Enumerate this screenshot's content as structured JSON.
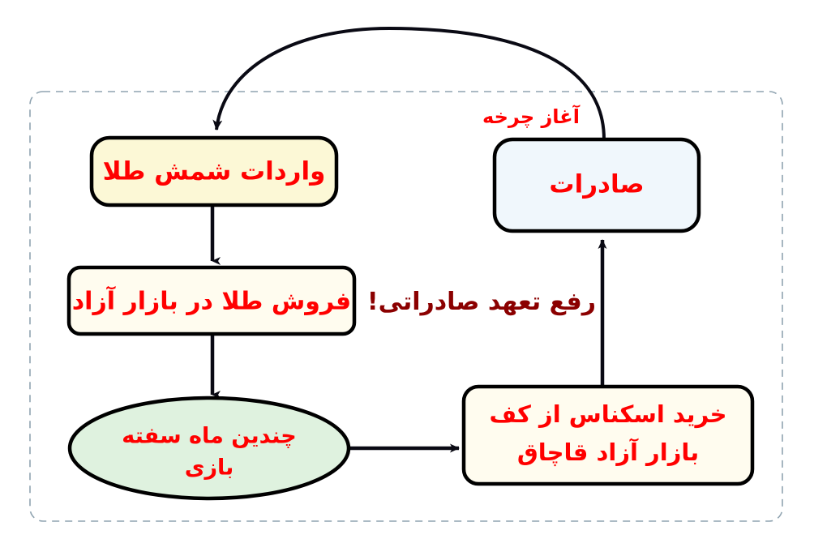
{
  "diagram": {
    "title_text": "",
    "colors": {
      "label_red": "#FF0000",
      "annotation_dark_red": "#8B0000",
      "box_gold_fill": "#FCF8D6",
      "box_export_fill": "#F0F7FC",
      "box_cream_fill": "#FFFCEF",
      "ellipse_green_fill": "#DFF2DF",
      "outline_black": "#000000",
      "frame_dashed": "#8FA3B0"
    },
    "frame": {
      "name": "dashed-cycle-frame"
    },
    "nodes": [
      {
        "id": "gold-import",
        "label": "واردات شمش طلا",
        "shape": "rounded-rect",
        "fill": "#FCF8D6"
      },
      {
        "id": "exports",
        "label": "صادرات",
        "shape": "rounded-rect",
        "fill": "#F0F7FC"
      },
      {
        "id": "gold-sale-free-market",
        "label": "فروش طلا در بازار آزاد",
        "shape": "rounded-rect",
        "fill": "#FFFCEF"
      },
      {
        "id": "months-speculation",
        "label_line1": "چندین  ماه  سفته",
        "label_line2": "بازی",
        "shape": "ellipse",
        "fill": "#DFF2DF"
      },
      {
        "id": "buy-banknotes",
        "label_line1": "خرید  اسکناس  از  کف",
        "label_line2": "بازار آزاد قاچاق",
        "shape": "rounded-rect",
        "fill": "#FFFCEF"
      }
    ],
    "annotations": [
      {
        "id": "cycle-start",
        "text": "آغاز چرخه",
        "color": "#FF0000"
      },
      {
        "id": "export-obligation",
        "text": "رفع تعهد صادراتی!",
        "color": "#8B0000"
      }
    ],
    "edges": [
      {
        "id": "exports-to-gold-import",
        "style": "curved-arc-arrow"
      },
      {
        "id": "gold-import-to-gold-sale",
        "style": "straight-arrow-down"
      },
      {
        "id": "gold-sale-to-speculation",
        "style": "straight-arrow-down"
      },
      {
        "id": "speculation-to-buy-banknotes",
        "style": "straight-arrow-right"
      },
      {
        "id": "buy-banknotes-to-exports",
        "style": "straight-arrow-up"
      }
    ]
  }
}
